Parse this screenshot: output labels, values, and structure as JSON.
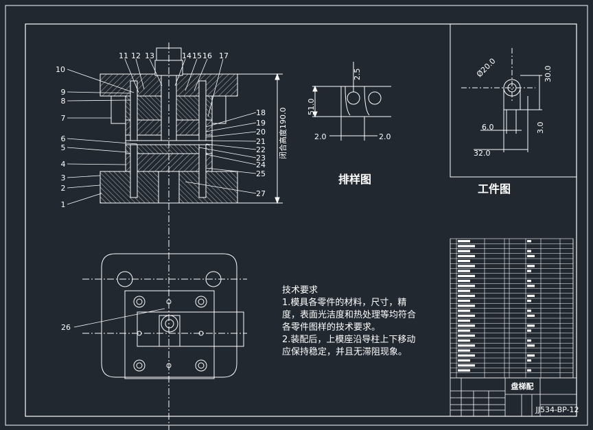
{
  "titles": {
    "layout": "排样图",
    "workpiece": "工件图"
  },
  "dimensions": {
    "total_height": "闭合高度190.0",
    "strip_height": "51.0",
    "strip_pitch_top": "2.5",
    "strip_gap_left": "2.0",
    "strip_gap_right": "2.0",
    "wp_diameter": "Ø20.0",
    "wp_height": "30.0",
    "wp_inner": "6.0",
    "wp_right": "3.0",
    "wp_width": "32.0"
  },
  "part_labels_left": [
    "10",
    "9",
    "8",
    "7",
    "6",
    "5",
    "4",
    "3",
    "2",
    "1"
  ],
  "part_labels_top": [
    "11",
    "12",
    "13",
    "14",
    "15",
    "16",
    "17"
  ],
  "part_labels_right": [
    "18",
    "19",
    "20",
    "21",
    "22",
    "23",
    "24",
    "25",
    "27"
  ],
  "part_label_bottom": "26",
  "requirements": {
    "heading": "技术要求",
    "line1": "1.模具各零件的材料，尺寸，精",
    "line2": "度，表面光洁度和热处理等均符合",
    "line3": "各零件图样的技术要求。",
    "line4": "2.装配后，上模座沿导柱上下移动",
    "line5": "应保持稳定，并且无滞阻现象。"
  },
  "title_block": {
    "name_cell": "盘梯配",
    "code": "JJ534-BP-12"
  },
  "colors": {
    "background": "#212830",
    "lines": "#ffffff"
  }
}
